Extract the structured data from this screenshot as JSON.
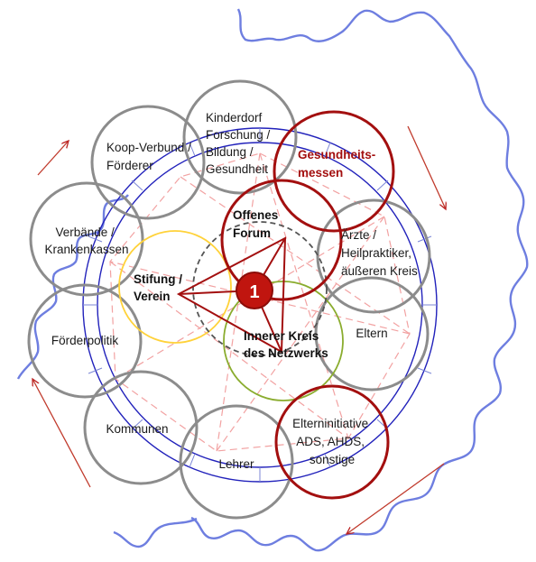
{
  "colors": {
    "outer_circle": "#8c8c8c",
    "accent_red": "#a30f0f",
    "ring_blue": "#2222bb",
    "map_border": "#6e7ee0",
    "stiftung_yellow": "#ffd23a",
    "inner_green": "#8aac2e",
    "center_dashed": "#555555",
    "dashed_pink": "#f2a2a2"
  },
  "center_label": "1",
  "outer_nodes": {
    "kinderdorf": [
      "Kinderdorf",
      "Forschung /",
      "Bildung /",
      "Gesundheit"
    ],
    "gesundheitsmessen": [
      "Gesundheits-",
      "messen"
    ],
    "koop_verbund": [
      "Koop-Verbund /",
      "Förderer"
    ],
    "verbaende": [
      "Verbände /",
      "Krankenkassen"
    ],
    "aerzte": [
      "Ärzte /",
      "Heilpraktiker,",
      "äußeren Kreis"
    ],
    "foerderpolitik": [
      "Förderpolitik"
    ],
    "eltern": [
      "Eltern"
    ],
    "kommunen": [
      "Kommunen"
    ],
    "lehrer": [
      "Lehrer"
    ],
    "elterninitiative": [
      "Elterninitiative",
      "ADS, AHDS,",
      "sonstige"
    ]
  },
  "inner_nodes": {
    "offenes_forum": [
      "Offenes",
      "Forum"
    ],
    "stiftung": [
      "Stifung /",
      "Verein"
    ],
    "innerer_kreis": [
      "Innerer Kreis",
      "des Netzwerks"
    ]
  }
}
